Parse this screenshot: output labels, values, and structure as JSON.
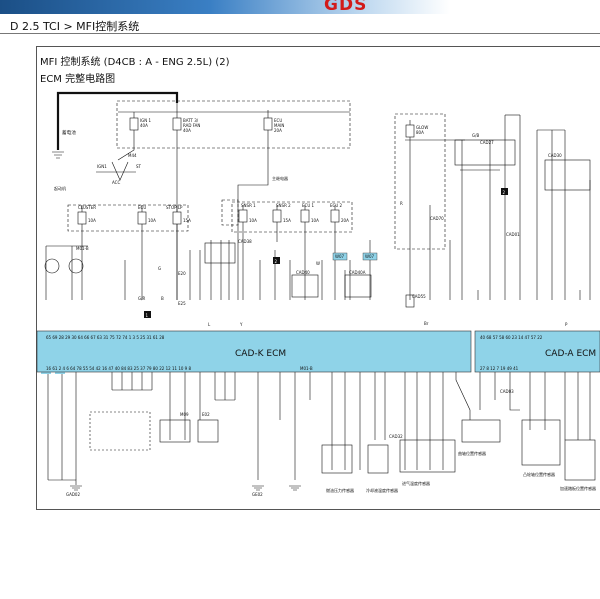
{
  "header": {
    "logo_text": "GDS",
    "breadcrumb": "D 2.5 TCI > MFI控制系统",
    "banner_color": "#2d6db0",
    "logo_color": "#d21a1a"
  },
  "diagram": {
    "title": "MFI 控制系统 (D4CB : A - ENG 2.5L) (2)",
    "subtitle": "ECM 完整电路图",
    "ecm_k_label": "CAD-K ECM",
    "ecm_a_label": "CAD-A ECM",
    "ecm_color": "#8fd3e8",
    "fuses": [
      {
        "line1": "IGN 1",
        "line2": "40A"
      },
      {
        "line1": "BATT 3/",
        "line2": "RAD FAN",
        "line3": "40A"
      },
      {
        "line1": "ECU",
        "line2": "MAIN",
        "line3": "20A"
      },
      {
        "line1": "GLOW",
        "line2": "80A"
      },
      {
        "line1": "CLUSTER",
        "line2": "10A"
      },
      {
        "line1": "ECU",
        "line2": "10A"
      },
      {
        "line1": "STOP LP",
        "line2": "15A"
      },
      {
        "line1": "SNSR 1",
        "line2": "10A"
      },
      {
        "line1": "SNSR 2",
        "line2": "15A"
      },
      {
        "line1": "ECU 1",
        "line2": "10A"
      },
      {
        "line1": "ECU 2",
        "line2": "20A"
      }
    ],
    "connectors": {
      "m44": "M44",
      "m01b": "M01-B",
      "cad38": "CAD38",
      "cad27": "CAD27",
      "cad70": "CAD70",
      "cad40": "CAD40",
      "cad40a": "CAD40A",
      "cad55": "CAD55",
      "cad01": "CAD01",
      "cad03": "CAD03",
      "cad32": "CAD32",
      "m01b_lower": "M01-B",
      "e20": "E20",
      "e25": "E25",
      "m09": "M09",
      "e02": "E02",
      "cad30": "CAD30"
    },
    "labels": {
      "battery": "蓄电池",
      "ground_a": "GAD02",
      "ground_b": "GE02",
      "w07": "W07",
      "w07b": "W07",
      "wire_gr": "G/R",
      "wire_g": "G",
      "wire_b": "B",
      "wire_w": "W",
      "wire_r": "R",
      "wire_br": "Br",
      "wire_y": "Y",
      "wire_p": "P",
      "wire_l": "L",
      "wire_gb": "G/B",
      "node1": "1",
      "node2": "2",
      "pin_row_k_top": "65  69  28  29  30  64  66 67 63 31  75  72  74  1  3  5  25  31  61  28",
      "pin_row_k_bot": "16  61  2  4  6  64 78 55 54 42  16  47  40  84  83  25  37  79  80  22  12  11  10  9  8",
      "pin_row_a_top": "40 68 57 58  60 23  14 47 57 22",
      "pin_row_a_bot": "27  8  12  7  19  49  41",
      "sensor_a": "燃油压力传感器",
      "sensor_b": "冷却液温度传感器",
      "sensor_c": "进气温度传感器",
      "sensor_d": "曲轴位置传感器",
      "sensor_e": "凸轮轴位置传感器",
      "sensor_f": "加速踏板位置传感器",
      "relay_main": "主继电器",
      "starter": "起动机",
      "acc": "ACC",
      "ign": "IGN1",
      "st": "ST"
    }
  }
}
